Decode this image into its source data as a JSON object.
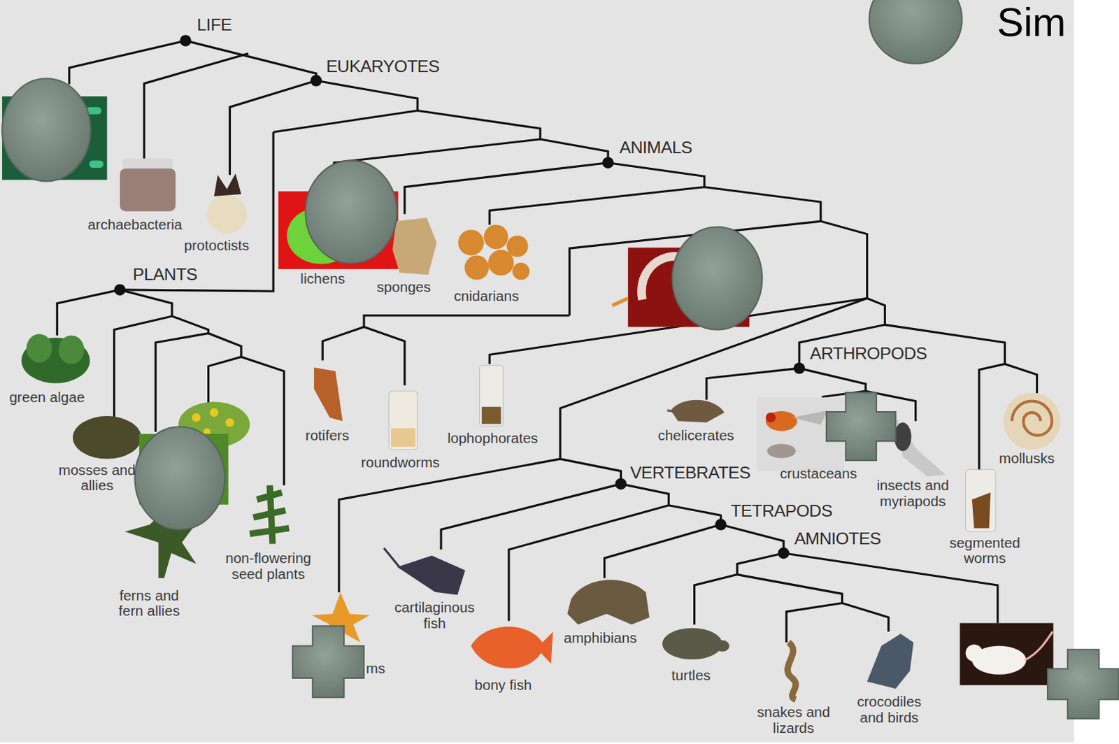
{
  "diagram": {
    "labels": [
      "LIFE",
      "Sim",
      "EUKARYOTES",
      "ANIMALS",
      "archaebacteria",
      "protoctists",
      "lichens",
      "PLANTS",
      "sponges",
      "cnidarians",
      "green algae",
      "ARTHROPODS",
      "rotifers",
      "lophophorates",
      "chelicerates",
      "mosses and allies",
      "roundworms",
      "mollusks",
      "VERTEBRATES",
      "crustaceans",
      "insects and myriapods",
      "TETRAPODS",
      "segmented worms",
      "AMNIOTES",
      "non-flowering seed plants",
      "ferns and fern allies",
      "cartilaginous fish",
      "amphibians",
      "ms",
      "turtles",
      "bony fish",
      "crocodiles and birds",
      "snakes and lizards"
    ]
  }
}
